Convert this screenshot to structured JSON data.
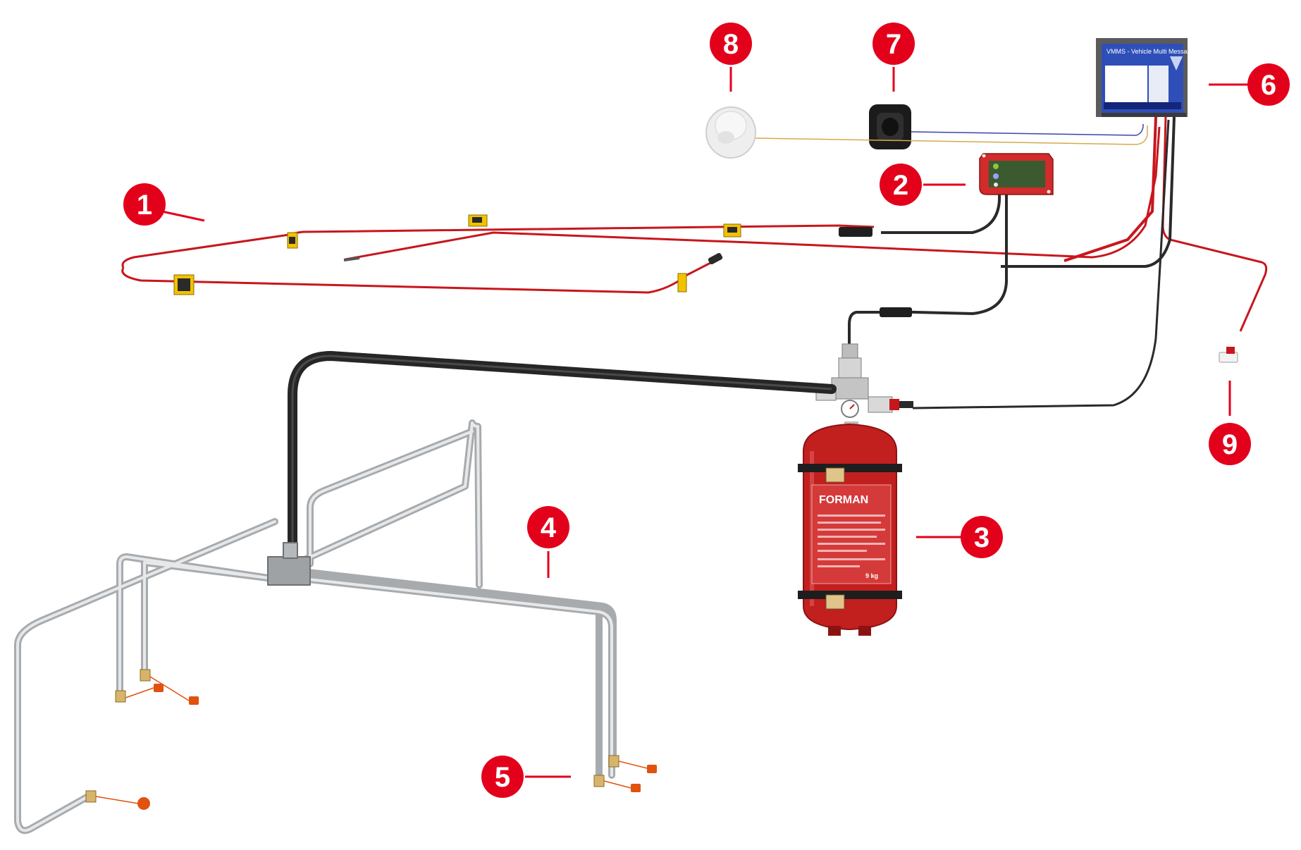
{
  "colors": {
    "callout_red": "#e3001b",
    "pipe_red": "#c8161d",
    "pipe_dark": "#2a2a2a",
    "steel": "#c9cccf",
    "cylinder_red": "#c21f1f",
    "label_yellow": "#f2c200",
    "panel_blue": "#1f3b99"
  },
  "components": [
    {
      "number": "1",
      "icon": "detection-tube-icon"
    },
    {
      "number": "2",
      "icon": "control-panel-icon"
    },
    {
      "number": "3",
      "icon": "extinguisher-cylinder-icon"
    },
    {
      "number": "4",
      "icon": "pipe-network-icon"
    },
    {
      "number": "5",
      "icon": "discharge-nozzle-icon"
    },
    {
      "number": "6",
      "icon": "message-system-unit-icon"
    },
    {
      "number": "7",
      "icon": "speaker-icon"
    },
    {
      "number": "8",
      "icon": "smoke-detector-icon"
    },
    {
      "number": "9",
      "icon": "connector-plug-icon"
    }
  ],
  "cylinder": {
    "brand": "FORMAN",
    "weight": "9 kg"
  },
  "unit": {
    "title": "VMMS - Vehicle Multi Message System"
  }
}
